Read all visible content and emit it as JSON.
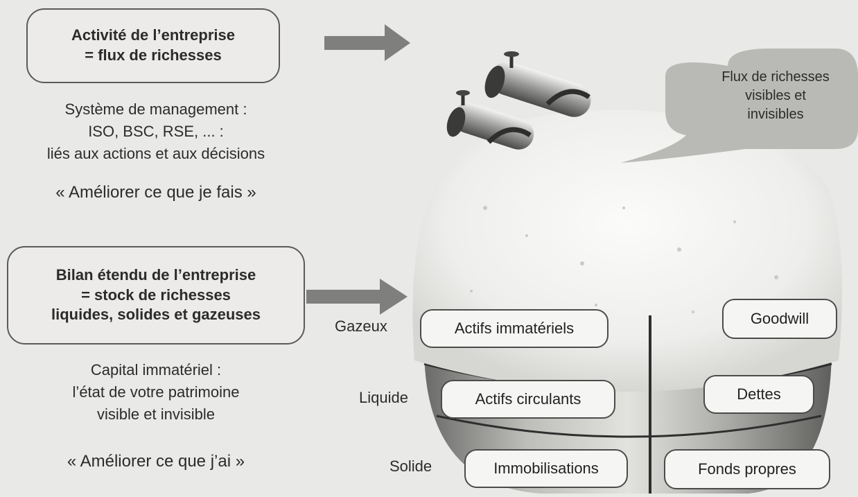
{
  "left": {
    "flux_box": [
      "Activité de l’entreprise",
      "= flux de richesses"
    ],
    "management": [
      "Système de management :",
      "ISO, BSC, RSE, ... :",
      "liés aux actions et aux décisions"
    ],
    "quote_fais": "« Améliorer ce que je fais »",
    "bilan_box": [
      "Bilan étendu de l’entreprise",
      "= stock de richesses",
      "liquides, solides et gazeuses"
    ],
    "capital": [
      "Capital immatériel :",
      "l’état de votre patrimoine",
      "visible et invisible"
    ],
    "quote_ai": "« Améliorer ce que j’ai »"
  },
  "tank": {
    "bubble": [
      "Flux de richesses",
      "visibles et",
      "invisibles"
    ],
    "states": {
      "gazeux": "Gazeux",
      "liquide": "Liquide",
      "solide": "Solide"
    },
    "assets": {
      "immateriels": "Actifs immatériels",
      "circulants": "Actifs circulants",
      "immobilisations": "Immobilisations"
    },
    "liabilities": {
      "goodwill": "Goodwill",
      "dettes": "Dettes",
      "fonds_propres": "Fonds propres"
    }
  }
}
